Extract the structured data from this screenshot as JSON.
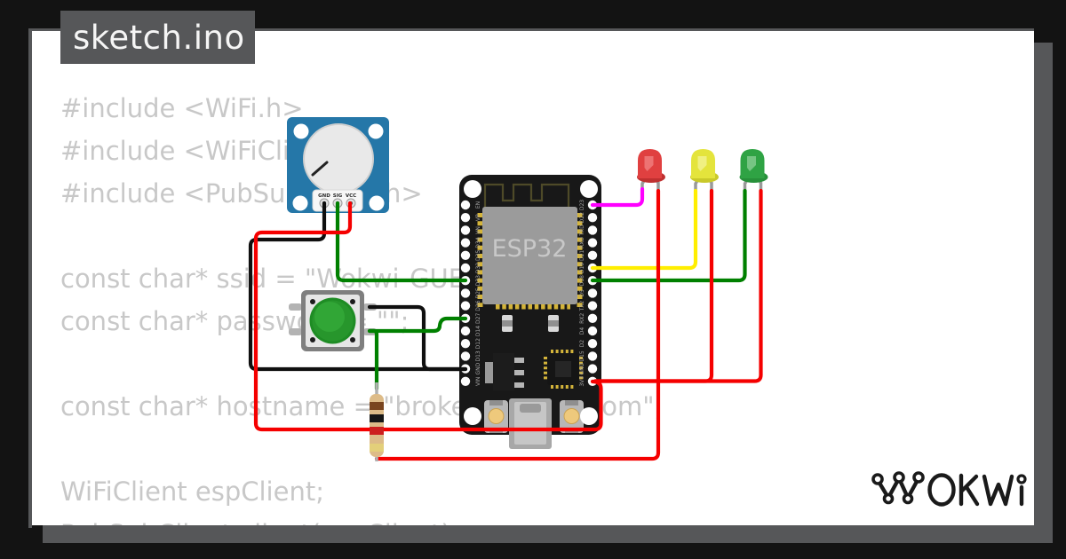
{
  "window": {
    "title": "sketch.ino"
  },
  "code": {
    "lines": [
      "#include <WiFi.h>",
      "#include <WiFiClient.h>",
      "#include <PubSubClient.h>",
      "",
      "const char* ssid = \"Wokwi-GUEST\";",
      "const char* password = \"\";",
      "",
      "const char* hostname = \"broker.hivemq.com\";",
      "",
      "WiFiClient espClient;",
      "PubSubClient client(espClient);"
    ]
  },
  "components": {
    "esp32": {
      "label": "ESP32",
      "left_pins": [
        "EN",
        "VP",
        "VN",
        "D34",
        "D35",
        "D32",
        "D33",
        "D25",
        "D26",
        "D27",
        "D14",
        "D12",
        "D13",
        "GND",
        "VIN"
      ],
      "right_pins": [
        "D23",
        "D22",
        "TXD",
        "RXD",
        "D21",
        "D19",
        "D18",
        "D5",
        "TX2",
        "RX2",
        "D4",
        "D2",
        "D15",
        "GND",
        "3V3"
      ]
    },
    "potentiometer": {
      "pin_labels": [
        "GND",
        "SIG",
        "VCC"
      ]
    },
    "pushbutton": {
      "color": "green"
    },
    "leds": [
      {
        "color": "red"
      },
      {
        "color": "yellow"
      },
      {
        "color": "green"
      }
    ],
    "resistor": {
      "bands": [
        "brown",
        "black",
        "red",
        "gold"
      ]
    }
  },
  "logo": {
    "text": "WOKWI"
  },
  "colors": {
    "frame_bg": "#131313",
    "frame_gray": "#565759",
    "canvas": "#ffffff",
    "code_text": "#c8c8c8",
    "wire_red": "#f50000",
    "wire_green": "#008000",
    "wire_yellow": "#ffee00",
    "wire_magenta": "#ff00ff",
    "wire_black": "#0f0f0f"
  }
}
